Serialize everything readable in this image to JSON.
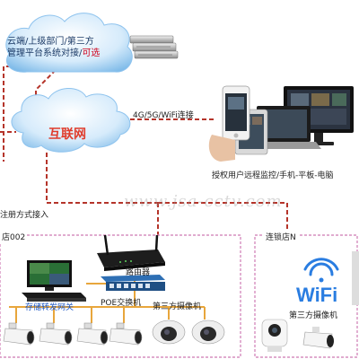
{
  "top_cloud": {
    "line1": "云端/上级部门/第三方",
    "line2_main": "管理平台系统对接/",
    "line2_accent": "可选",
    "accent_color": "#d0021b"
  },
  "internet_cloud": {
    "label": "互联网",
    "label_color": "#e03c2c"
  },
  "link_label": "4G/5G/WiFi连接",
  "remote_label": "授权用户远程监控/手机-平板-电脑",
  "register_label": "注册方式接入",
  "watermark": "www.jsa-cctv.com",
  "store_left": {
    "label": "店002",
    "router_label": "路由器",
    "switch_label": "POE交换机",
    "nvr_label": "存储转发网关",
    "camera_label": "第三方摄像机",
    "nvr_label_color": "#1a55c4"
  },
  "store_right": {
    "label": "连锁店N",
    "wifi_label": "WiFi",
    "camera_label": "第三方摄像机"
  },
  "colors": {
    "dashed_red": "#b5342a",
    "store_border": "#d68fbf",
    "poe_orange": "#e8a63c",
    "cloud_blue": "#6fb0e6",
    "wifi_blue": "#2a7de1"
  },
  "icons": [
    "server-icon",
    "phone-icon",
    "tablet-icon",
    "laptop-icon",
    "monitor-icon",
    "router-icon",
    "switch-icon",
    "bullet-camera-icon",
    "dome-camera-icon",
    "wifi-icon"
  ]
}
